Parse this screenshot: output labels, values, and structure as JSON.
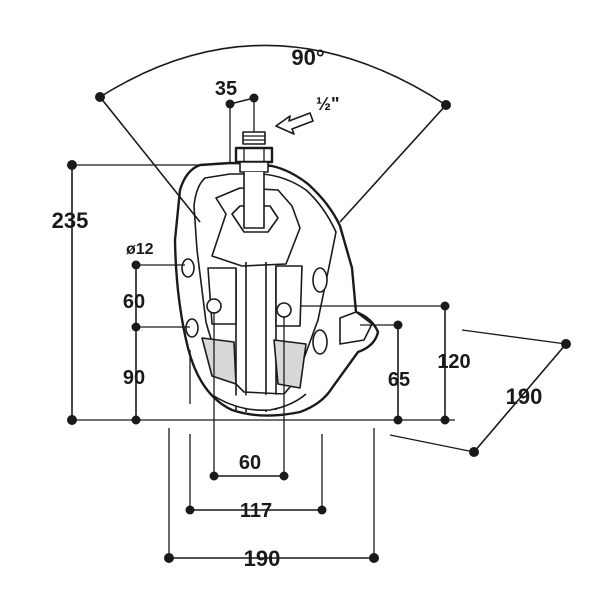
{
  "dimensions": {
    "angle": "90°",
    "top_width": "35",
    "thread": "½\"",
    "height_total": "235",
    "hole_diameter": "ø12",
    "hole_spacing_left": "60",
    "hole_height_left": "90",
    "depth_65": "65",
    "depth_120": "120",
    "depth_190": "190",
    "bottom_60": "60",
    "bottom_117": "117",
    "bottom_190": "190"
  }
}
